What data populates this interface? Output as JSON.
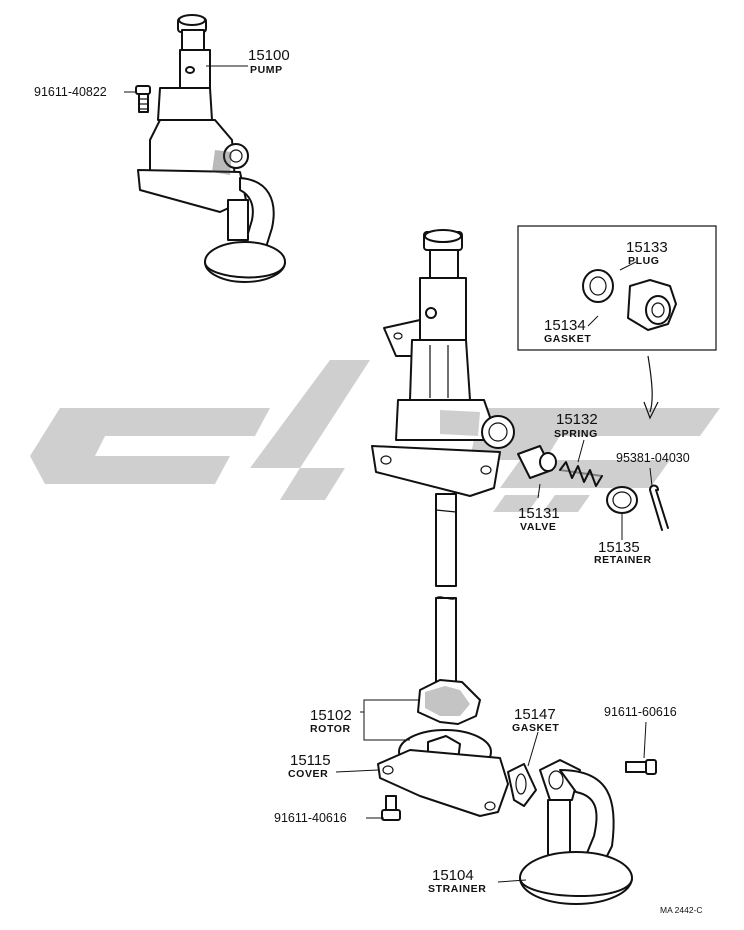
{
  "diagram": {
    "parts": [
      {
        "id": "pump",
        "number": "15100",
        "name": "PUMP"
      },
      {
        "id": "bolt-top",
        "number": "91611-40822"
      },
      {
        "id": "plug",
        "number": "15133",
        "name": "PLUG"
      },
      {
        "id": "gasket-plug",
        "number": "15134",
        "name": "GASKET"
      },
      {
        "id": "spring",
        "number": "15132",
        "name": "SPRING"
      },
      {
        "id": "pin",
        "number": "95381-04030"
      },
      {
        "id": "valve",
        "number": "15131",
        "name": "VALVE"
      },
      {
        "id": "retainer",
        "number": "15135",
        "name": "RETAINER"
      },
      {
        "id": "rotor",
        "number": "15102",
        "name": "ROTOR"
      },
      {
        "id": "gasket-strainer",
        "number": "15147",
        "name": "GASKET"
      },
      {
        "id": "bolt-right",
        "number": "91611-60616"
      },
      {
        "id": "cover",
        "number": "15115",
        "name": "COVER"
      },
      {
        "id": "bolt-bottom",
        "number": "91611-40616"
      },
      {
        "id": "strainer",
        "number": "15104",
        "name": "STRAINER"
      }
    ],
    "code": "MA  2442-C"
  }
}
